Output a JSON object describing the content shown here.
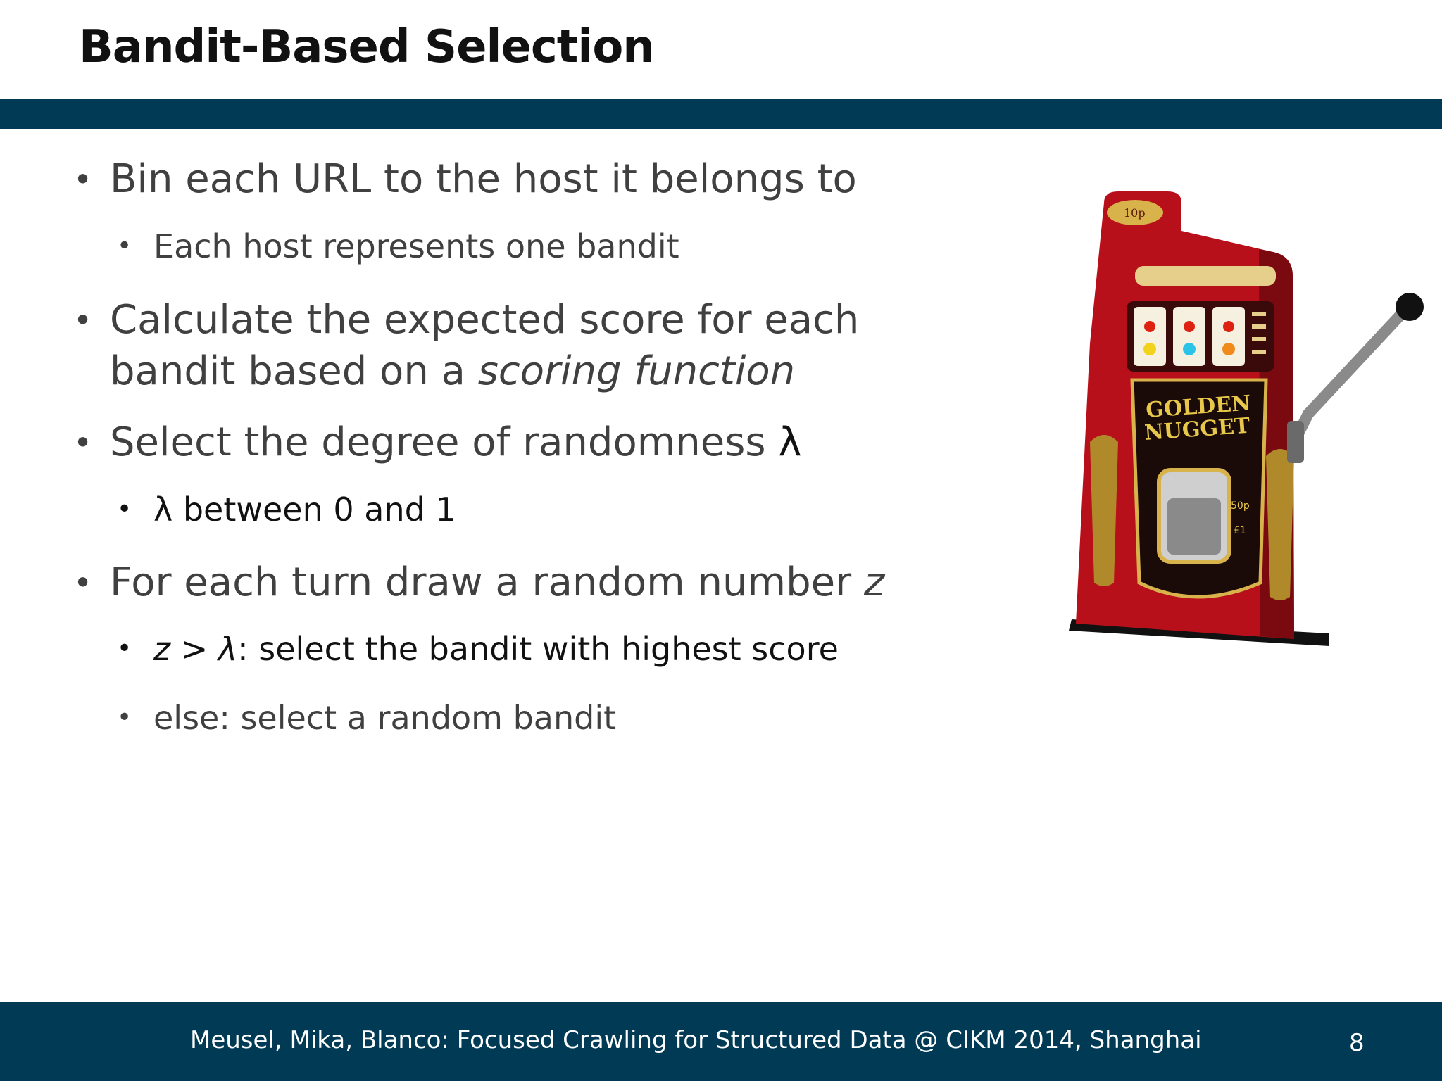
{
  "slide": {
    "title": "Bandit-Based Selection",
    "bullets": [
      {
        "level": 1,
        "text": "Bin each URL to the host it belongs to"
      },
      {
        "level": 2,
        "text": "Each host represents one bandit"
      },
      {
        "level": 1,
        "text_line1": "Calculate the expected score for each",
        "text_line2_plain": "bandit based on a ",
        "text_line2_italic": "scoring function"
      },
      {
        "level": 1,
        "text": "Select the degree of randomness ",
        "symbol": "λ"
      },
      {
        "level": 2,
        "text": "λ between 0 and 1"
      },
      {
        "level": 1,
        "text": "For each turn draw a random number ",
        "italic_var": "z"
      },
      {
        "level": 2,
        "italic_part": "z > λ",
        "text": ": select the bandit with highest score"
      },
      {
        "level": 2,
        "text": "else: select a random bandit"
      }
    ],
    "bullet_symbol": "•",
    "image": {
      "sign_line1": "GOLDEN",
      "sign_line2": "NUGGET",
      "coin_label": "10p",
      "payout_labels": [
        "50p",
        "£1"
      ]
    }
  },
  "footer": {
    "citation": "Meusel, Mika, Blanco: Focused Crawling for Structured Data @ CIKM 2014, Shanghai",
    "page_number": "8"
  },
  "colors": {
    "band": "#003a55",
    "body_text": "#404040",
    "title_text": "#111111",
    "machine_red": "#c0141c",
    "machine_gold": "#d8b24a"
  }
}
